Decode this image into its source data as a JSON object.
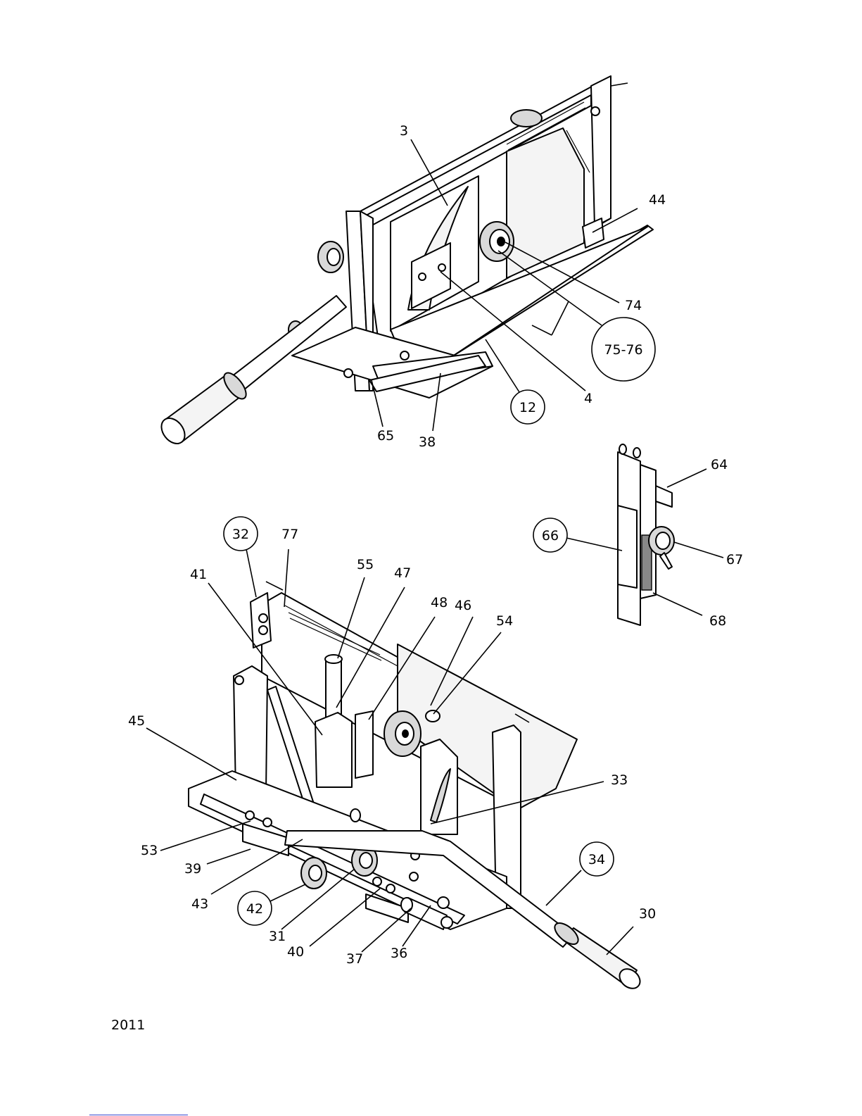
{
  "footer": {
    "year": "2011"
  },
  "callouts": {
    "c3": "3",
    "c44": "44",
    "c74": "74",
    "c75_76": "75-76",
    "c4": "4",
    "c12": "12",
    "c38": "38",
    "c65": "65",
    "c64": "64",
    "c66": "66",
    "c67": "67",
    "c68": "68",
    "c32": "32",
    "c77": "77",
    "c41": "41",
    "c55": "55",
    "c47": "47",
    "c48": "48",
    "c46": "46",
    "c54": "54",
    "c45": "45",
    "c33": "33",
    "c53": "53",
    "c39": "39",
    "c43": "43",
    "c42": "42",
    "c31": "31",
    "c40": "40",
    "c37": "37",
    "c36": "36",
    "c34": "34",
    "c30": "30"
  }
}
